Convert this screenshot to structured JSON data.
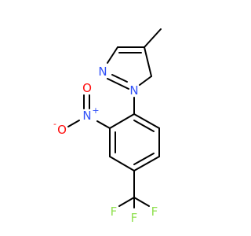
{
  "molecule": {
    "atoms": {
      "n1": "N",
      "n2": "N",
      "n_nitro": "N",
      "o_minus": "O",
      "o_double": "O",
      "f1": "F",
      "f2": "F",
      "f3": "F"
    },
    "charges": {
      "n_nitro": "+",
      "o_minus": "-"
    }
  },
  "colors": {
    "bond": "#000000",
    "nitrogen": "#3050F8",
    "oxygen": "#FF0D0D",
    "fluorine": "#90E050"
  }
}
